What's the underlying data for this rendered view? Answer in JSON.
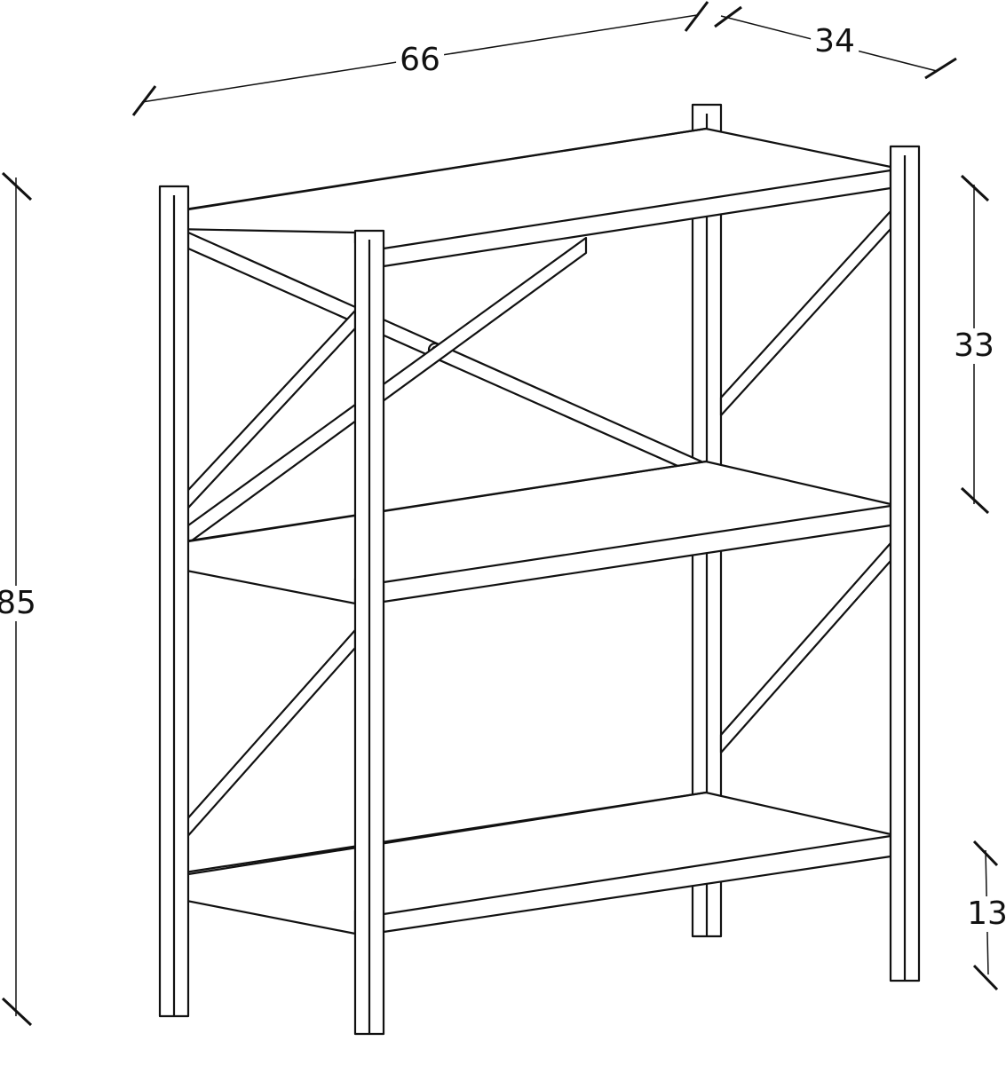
{
  "dimensions": {
    "width": "66",
    "depth": "34",
    "height": "85",
    "shelf_spacing": "33",
    "bottom_clearance": "13"
  }
}
